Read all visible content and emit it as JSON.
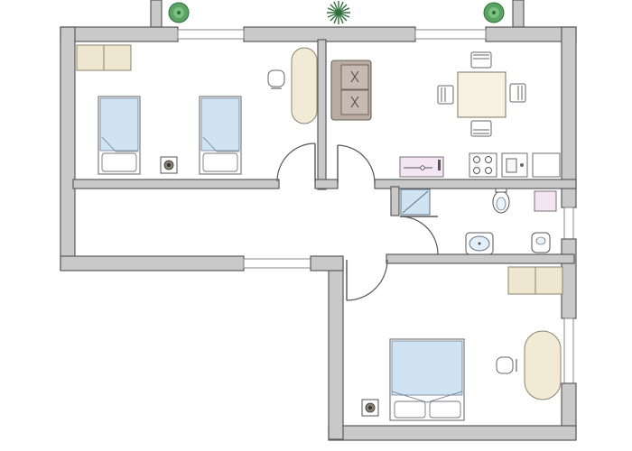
{
  "plan": {
    "colors": {
      "wall_fill": "#c9c9c9",
      "wall_stroke": "#5a5a5a",
      "bed_sheet": "#cfe3f3",
      "cabinet": "#efe6d0",
      "sofa": "#b9aca3",
      "plant": "#3e8a4a",
      "shower": "#cfe3f3",
      "sink_cabinet": "#f3e6f2",
      "kitchen_counter": "#f3e6f2"
    },
    "rooms": [
      {
        "id": "bedroom-twin",
        "furniture": [
          "wardrobe",
          "desk",
          "desk-chair",
          "single-bed",
          "single-bed",
          "nightstand"
        ]
      },
      {
        "id": "living-kitchen",
        "furniture": [
          "sofa",
          "dining-table",
          "dining-chair",
          "dining-chair",
          "dining-chair",
          "dining-chair",
          "kitchen-counter",
          "stove",
          "sink",
          "fridge"
        ]
      },
      {
        "id": "hallway",
        "furniture": []
      },
      {
        "id": "bathroom",
        "furniture": [
          "shower",
          "toilet",
          "washbasin",
          "cabinet",
          "bidet"
        ]
      },
      {
        "id": "bedroom-double",
        "furniture": [
          "wardrobe",
          "desk",
          "desk-chair",
          "double-bed",
          "nightstand"
        ]
      }
    ],
    "balcony_plants": [
      "plant",
      "plant",
      "plant"
    ]
  }
}
